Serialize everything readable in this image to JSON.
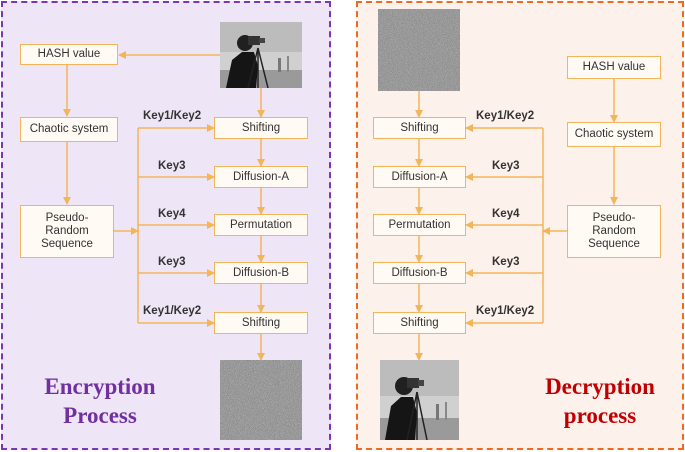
{
  "encryption": {
    "title": "Encryption Process",
    "boxes": {
      "hash": "HASH value",
      "chaotic": "Chaotic system",
      "prs": "Pseudo-\nRandom\nSequence",
      "shift1": "Shifting",
      "diffA": "Diffusion-A",
      "perm": "Permutation",
      "diffB": "Diffusion-B",
      "shift2": "Shifting"
    },
    "keys": [
      "Key1/Key2",
      "Key3",
      "Key4",
      "Key3",
      "Key1/Key2"
    ]
  },
  "decryption": {
    "title": "Decryption process",
    "boxes": {
      "hash": "HASH value",
      "chaotic": "Chaotic system",
      "prs": "Pseudo-\nRandom\nSequence",
      "shift1": "Shifting",
      "diffA": "Diffusion-A",
      "perm": "Permutation",
      "diffB": "Diffusion-B",
      "shift2": "Shifting"
    },
    "keys": [
      "Key1/Key2",
      "Key3",
      "Key4",
      "Key3",
      "Key1/Key2"
    ]
  },
  "colors": {
    "encryption_border": "#7a35b8",
    "decryption_border": "#ee6a1e",
    "box_border": "#f3b55a",
    "arrow": "#f3b55a",
    "encryption_title": "#7030a0",
    "decryption_title": "#c00000"
  }
}
